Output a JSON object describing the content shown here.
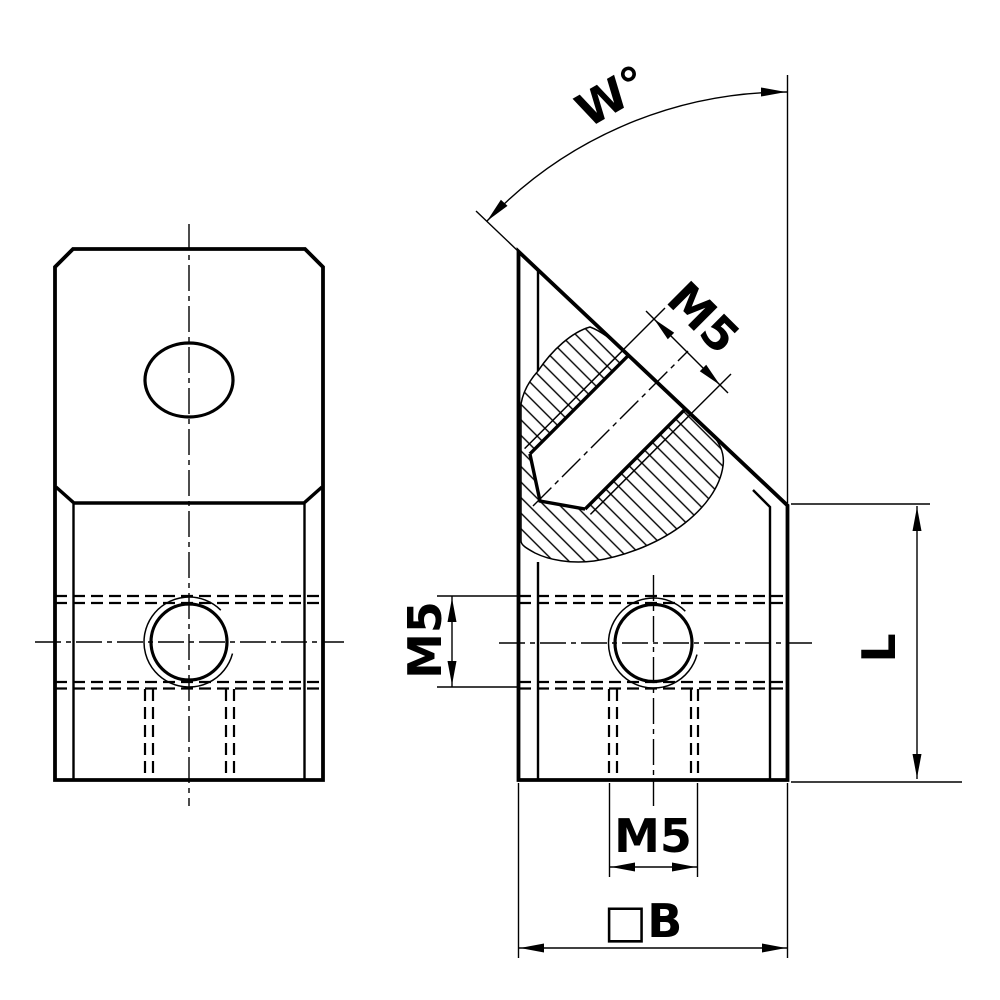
{
  "colors": {
    "line": "#000000",
    "background": "#ffffff"
  },
  "labels": {
    "angle": "W°",
    "thread_angled": "M5",
    "thread_side": "M5",
    "thread_bottom": "M5",
    "length": "L",
    "width": "□B"
  }
}
